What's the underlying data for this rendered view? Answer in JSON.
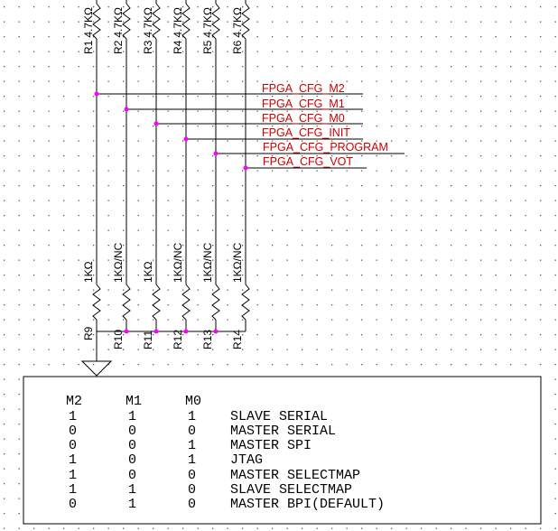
{
  "top_resistors": [
    {
      "ref": "R1",
      "value": "4.7KΩ"
    },
    {
      "ref": "R2",
      "value": "4.7KΩ"
    },
    {
      "ref": "R3",
      "value": "4.7KΩ"
    },
    {
      "ref": "R4",
      "value": "4.7KΩ"
    },
    {
      "ref": "R5",
      "value": "4.7KΩ"
    },
    {
      "ref": "R6",
      "value": "4.7KΩ"
    }
  ],
  "nets": [
    "FPGA_CFG_M2",
    "FPGA_CFG_M1",
    "FPGA_CFG_M0",
    "FPGA_CFG_INIT",
    "FPGA_CFG_PROGRAM",
    "FPGA_CFG_VOT"
  ],
  "bottom_resistors": [
    {
      "ref": "R9",
      "value": "1KΩ"
    },
    {
      "ref": "R10",
      "value": "1KΩ/NC"
    },
    {
      "ref": "R11",
      "value": "1KΩ"
    },
    {
      "ref": "R12",
      "value": "1KΩ/NC"
    },
    {
      "ref": "R13",
      "value": "1KΩ/NC"
    },
    {
      "ref": "R14",
      "value": "1KΩ/NC"
    }
  ],
  "mode_table": {
    "headers": [
      "M2",
      "M1",
      "M0"
    ],
    "rows": [
      {
        "m2": "1",
        "m1": "1",
        "m0": "1",
        "mode": "SLAVE SERIAL"
      },
      {
        "m2": "0",
        "m1": "0",
        "m0": "0",
        "mode": "MASTER SERIAL"
      },
      {
        "m2": "0",
        "m1": "0",
        "m0": "1",
        "mode": "MASTER SPI"
      },
      {
        "m2": "1",
        "m1": "0",
        "m0": "1",
        "mode": "JTAG"
      },
      {
        "m2": "1",
        "m1": "0",
        "m0": "0",
        "mode": "MASTER SELECTMAP"
      },
      {
        "m2": "1",
        "m1": "1",
        "m0": "0",
        "mode": "SLAVE SELECTMAP"
      },
      {
        "m2": "0",
        "m1": "1",
        "m0": "0",
        "mode": "MASTER BPI(DEFAULT)"
      }
    ]
  },
  "colors": {
    "net_label": "#cc0000",
    "junction": "#ff00ff",
    "grid_dot": "#555555",
    "wire": "#000000"
  }
}
